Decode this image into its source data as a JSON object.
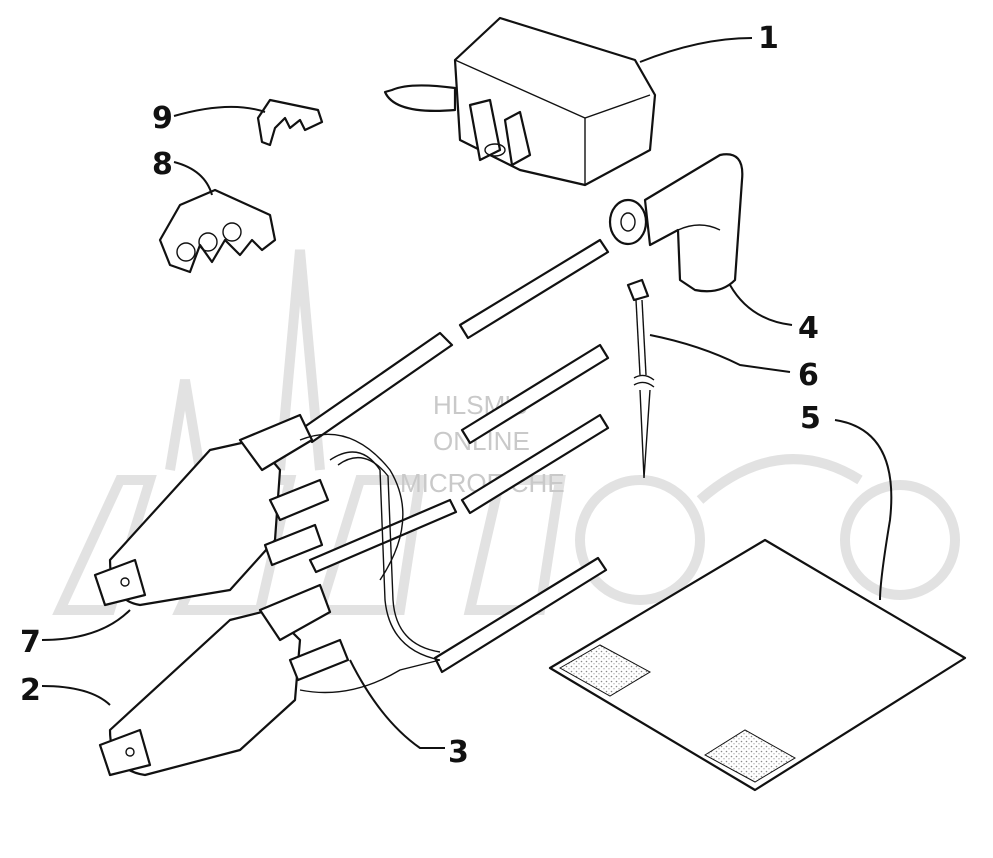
{
  "callouts": [
    {
      "id": "1",
      "label": "1"
    },
    {
      "id": "2",
      "label": "2"
    },
    {
      "id": "3",
      "label": "3"
    },
    {
      "id": "4",
      "label": "4"
    },
    {
      "id": "5",
      "label": "5"
    },
    {
      "id": "6",
      "label": "6"
    },
    {
      "id": "7",
      "label": "7"
    },
    {
      "id": "8",
      "label": "8"
    },
    {
      "id": "9",
      "label": "9"
    }
  ],
  "watermark": {
    "line1": "HLSM'S",
    "line2": "ONLINE",
    "line3": "MICROFICHE"
  },
  "colors": {
    "ink": "#111111",
    "watermark": "#c9c9c9",
    "stipple": "#8a8a8a"
  }
}
